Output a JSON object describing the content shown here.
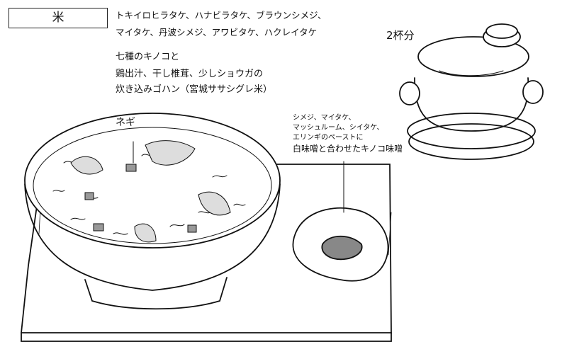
{
  "title": "米",
  "ingredients": [
    "トキイロヒラタケ、ハナビラタケ、ブラウンシメジ、",
    "マイタケ、丹波シメジ、アワビタケ、ハクレイタケ"
  ],
  "description": [
    "七種のキノコと",
    "鶏出汁、干し椎茸、少しショウガの",
    "炊き込みゴハン（宮城ササシグレ米）"
  ],
  "servings": "2杯分",
  "garnish_label": "ネギ",
  "miso_note": [
    "シメジ、マイタケ、",
    "マッシュルーム、シイタケ、",
    "エリンギのペーストに",
    "白味噌と合わせたキノコ味噌"
  ]
}
